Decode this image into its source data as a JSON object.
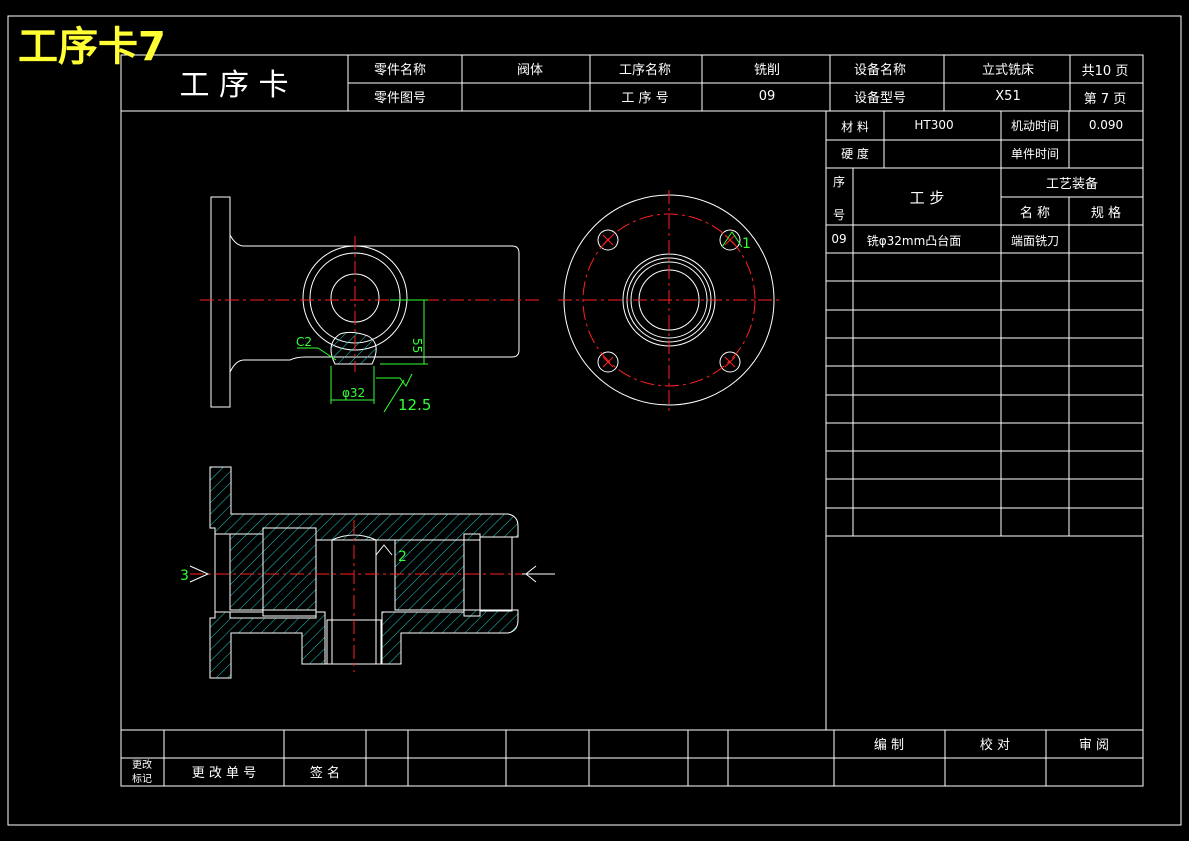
{
  "sheet_title": "工序卡7",
  "header": {
    "card_title": "工  序  卡",
    "part_name_label": "零件名称",
    "part_name": "阀体",
    "part_drawing_label": "零件图号",
    "part_drawing": "",
    "process_name_label": "工序名称",
    "process_name": "铣削",
    "process_no_label": "工  序  号",
    "process_no": "09",
    "equip_name_label": "设备名称",
    "equip_name": "立式铣床",
    "equip_model_label": "设备型号",
    "equip_model": "X51",
    "total_pages": "共10 页",
    "page_no": "第 7 页"
  },
  "info": {
    "material_label": "材  料",
    "material": "HT300",
    "machine_time_label": "机动时间",
    "machine_time": "0.090",
    "hardness_label": "硬  度",
    "hardness": "",
    "unit_time_label": "单件时间",
    "unit_time": ""
  },
  "steps_table": {
    "seq_label_top": "序",
    "seq_label_bottom": "号",
    "step_label": "工    步",
    "equipment_label": "工艺装备",
    "name_label": "名 称",
    "spec_label": "规 格",
    "rows": [
      {
        "seq": "09",
        "step": "铣φ32mm凸台面",
        "name": "端面铣刀",
        "spec": ""
      }
    ]
  },
  "footer": {
    "change_mark": "更改标记",
    "change_no": "更 改 单 号",
    "signature": "签 名",
    "prepared": "编  制",
    "checked": "校  对",
    "approved": "审  阅"
  },
  "drawing_annotations": {
    "chamfer": "C2",
    "height": "55",
    "diameter": "φ32",
    "roughness": "12.5",
    "view_mark": "1",
    "left_mark": "3",
    "center_mark": "2"
  },
  "colors": {
    "background": "#000000",
    "lines": "#ffffff",
    "centerline": "#ff2020",
    "dimension": "#33ff33",
    "title": "#ffff33",
    "hatch": "#20c8c8"
  }
}
